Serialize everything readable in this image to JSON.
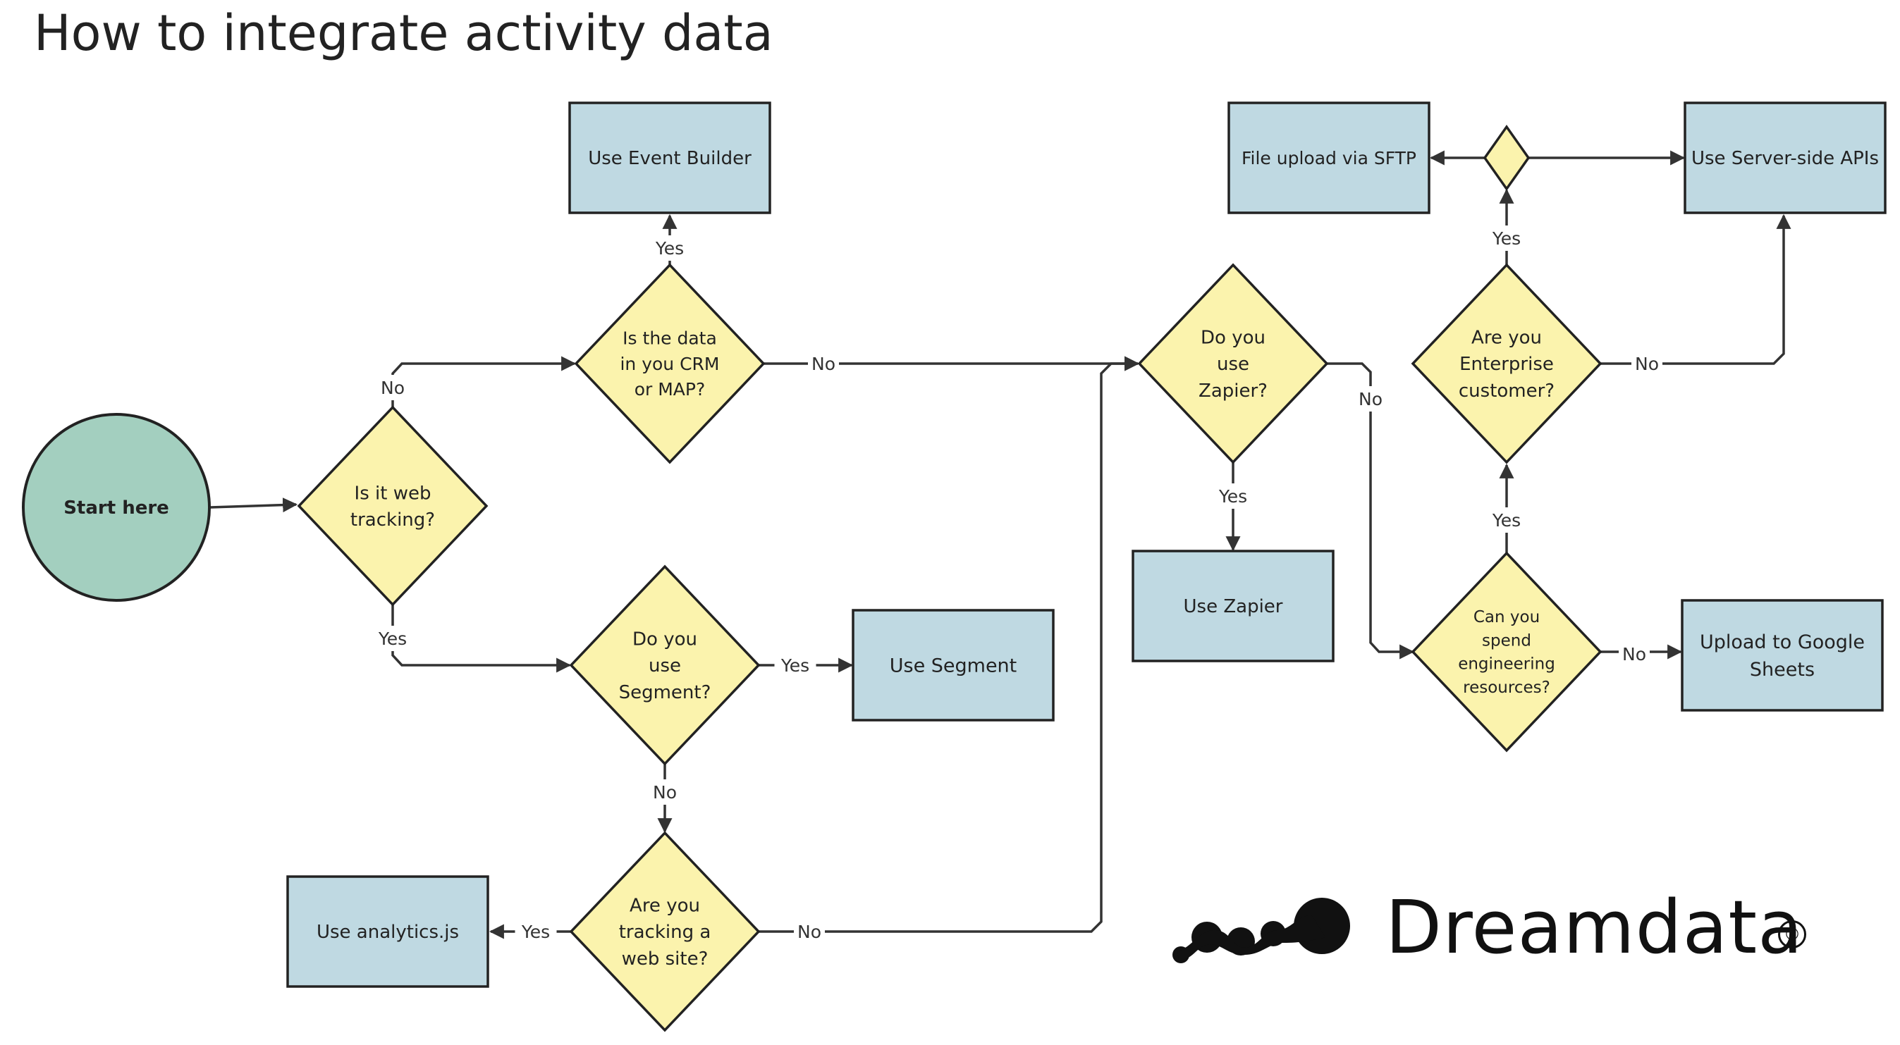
{
  "title": "How to integrate activity data",
  "colors": {
    "start_fill": "#a3cfbf",
    "decision_fill": "#fbf3ad",
    "outcome_fill": "#bfd9e2",
    "stroke": "#222222",
    "connector": "#333333"
  },
  "nodes": {
    "start": {
      "label": "Start here"
    },
    "web_tracking": {
      "label": [
        "Is it web",
        "tracking?"
      ]
    },
    "crm_map": {
      "label": [
        "Is the data",
        "in you CRM",
        "or MAP?"
      ]
    },
    "event_builder": {
      "label": "Use Event Builder"
    },
    "segment_q": {
      "label": [
        "Do you",
        "use",
        "Segment?"
      ]
    },
    "use_segment": {
      "label": "Use Segment"
    },
    "tracking_site": {
      "label": [
        "Are you",
        "tracking a",
        "web site?"
      ]
    },
    "analytics_js": {
      "label": "Use analytics.js"
    },
    "zapier_q": {
      "label": [
        "Do you",
        "use",
        "Zapier?"
      ]
    },
    "use_zapier": {
      "label": "Use Zapier"
    },
    "enterprise_q": {
      "label": [
        "Are you",
        "Enterprise",
        "customer?"
      ]
    },
    "engineering_q": {
      "label": [
        "Can you",
        "spend",
        "engineering",
        "resources?"
      ]
    },
    "google_sheets": {
      "label": [
        "Upload to Google",
        "Sheets"
      ]
    },
    "sftp": {
      "label": "File upload via SFTP"
    },
    "server_apis": {
      "label": "Use Server-side APIs"
    },
    "small_diamond": {
      "label": ""
    }
  },
  "edge_labels": {
    "yes": "Yes",
    "no": "No"
  },
  "brand": {
    "name": "Dreamdata",
    "mark": "®"
  }
}
